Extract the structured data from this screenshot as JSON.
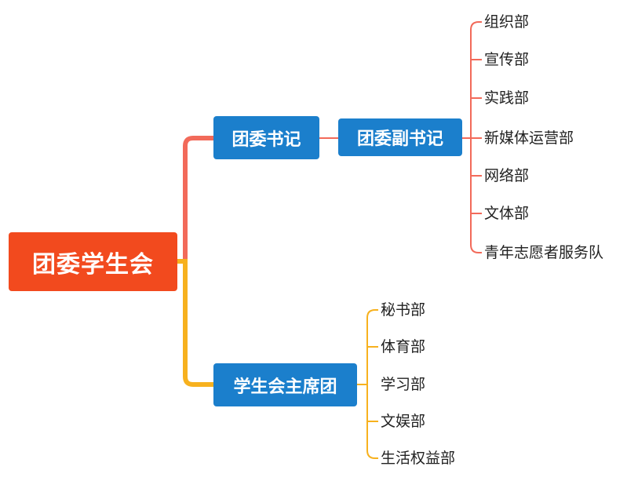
{
  "colors": {
    "root_fill": "#f24a1e",
    "branch_fill": "#1b7fcc",
    "line_secretary": "#f26a5a",
    "line_presidium": "#f7b11e"
  },
  "root": {
    "label": "团委学生会"
  },
  "secretary_branch": {
    "label": "团委书记",
    "deputy": {
      "label": "团委副书记",
      "departments": [
        "组织部",
        "宣传部",
        "实践部",
        "新媒体运营部",
        "网络部",
        "文体部",
        "青年志愿者服务队"
      ]
    }
  },
  "presidium_branch": {
    "label": "学生会主席团",
    "departments": [
      "秘书部",
      "体育部",
      "学习部",
      "文娱部",
      "生活权益部"
    ]
  }
}
